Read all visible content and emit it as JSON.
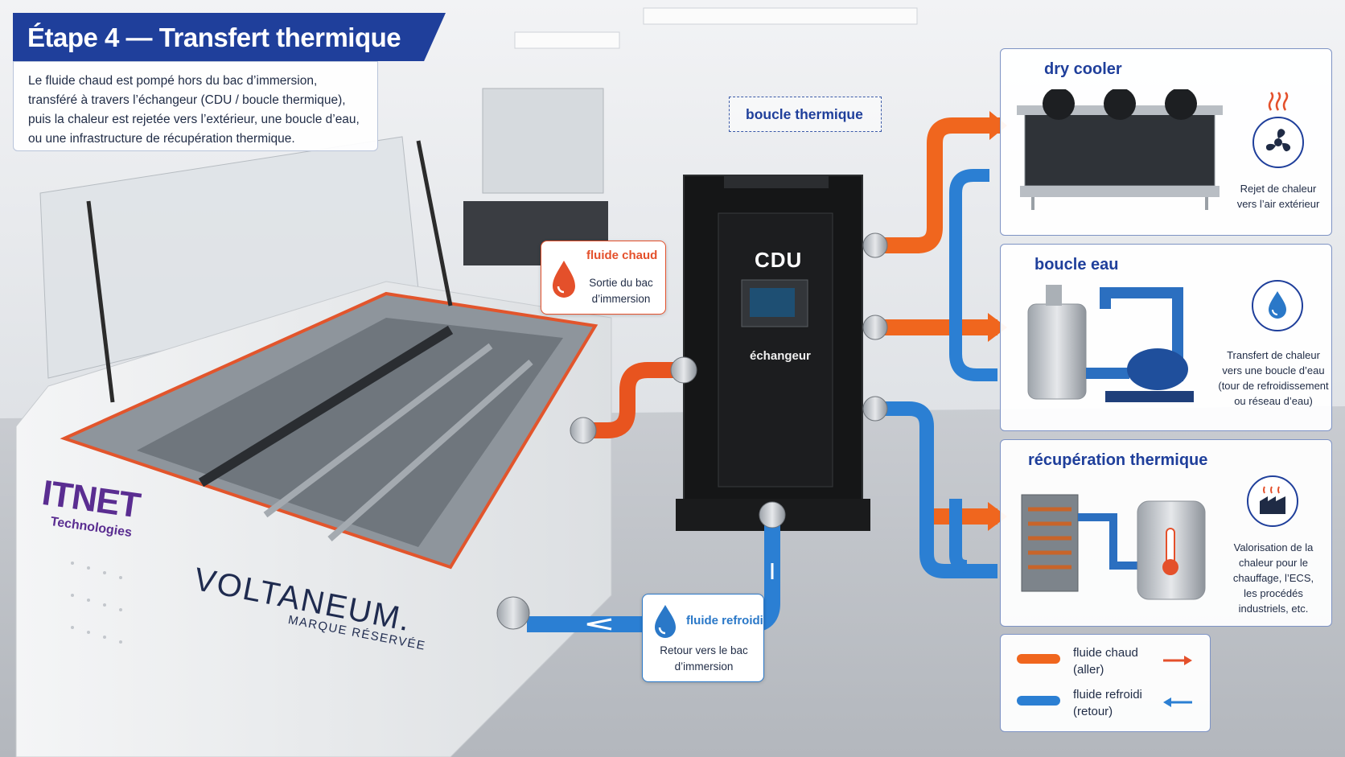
{
  "header": {
    "title": "Étape 4 — Transfert thermique",
    "intro_lines": [
      "Le fluide chaud est pompé hors du bac d’immersion,",
      "transféré à travers l’échangeur (CDU / boucle thermique),",
      "puis la chaleur est rejetée vers l’extérieur, une boucle d’eau,",
      "ou une infrastructure de récupération thermique."
    ]
  },
  "equipment": {
    "cdu_label": "CDU",
    "exchanger_label": "échangeur",
    "loop_label": "boucle thermique"
  },
  "callouts": {
    "hot": {
      "title": "fluide chaud",
      "lines": [
        "Sortie du bac",
        "d’immersion"
      ]
    },
    "cold": {
      "title": "fluide refroidi",
      "lines": [
        "Retour vers le bac",
        "d’immersion"
      ]
    }
  },
  "panels": {
    "dry_cooler": {
      "title": "dry cooler",
      "desc_lines": [
        "Rejet de chaleur",
        "vers l’air extérieur"
      ],
      "icon": "fan-icon"
    },
    "water_loop": {
      "title": "boucle eau",
      "desc_lines": [
        "Transfert de chaleur",
        "vers une boucle d’eau",
        "(tour de refroidissement",
        "ou réseau d’eau)"
      ],
      "icon": "water-drop-icon"
    },
    "heat_recovery": {
      "title": "récupération thermique",
      "desc_lines": [
        "Valorisation de la",
        "chaleur pour le",
        "chauffage, l’ECS,",
        "les procédés",
        "industriels, etc."
      ],
      "icon": "factory-heat-icon"
    }
  },
  "legend": {
    "hot": {
      "lines": [
        "fluide chaud",
        "(aller)"
      ],
      "color": "#f0661e"
    },
    "cold": {
      "lines": [
        "fluide refroidi",
        "(retour)"
      ],
      "color": "#2b7fd3"
    }
  },
  "branding": {
    "itnet": "ITNET",
    "itnet_sub": "Technologies",
    "voltaneum": "VOLTANEUM.",
    "voltaneum_sub": "MARQUE RÉSERVÉE"
  }
}
